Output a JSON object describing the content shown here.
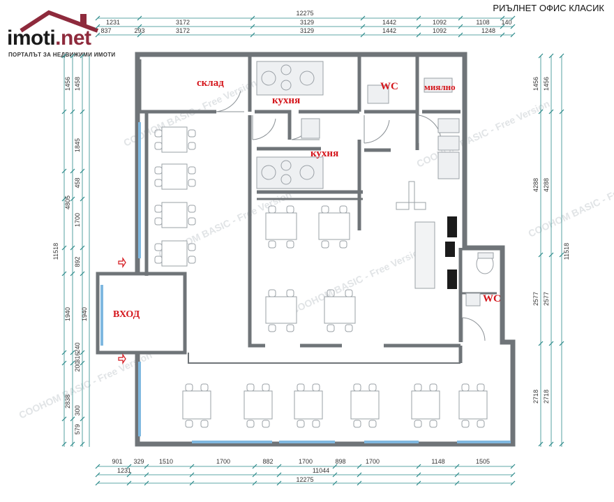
{
  "header": {
    "title": "РИЪЛНЕТ ОФИС КЛАСИК"
  },
  "brand": {
    "name_left": "imoti",
    "name_right": ".net",
    "tagline": "ПОРТАЛЪТ ЗА НЕДВИЖИМИ ИМОТИ",
    "roof_color": "#8e2a3c"
  },
  "rooms": {
    "sklad": "склад",
    "kitchen_top": "кухня",
    "kitchen_mid": "кухня",
    "wc_top": "WC",
    "sink_room": "миялно",
    "entrance": "ВХОД",
    "wc_right": "WC"
  },
  "dimensions": {
    "top_total": "12275",
    "top_row1": [
      "1231",
      "3172",
      "3129",
      "1442",
      "1092",
      "1108",
      "140"
    ],
    "top_row2": [
      "837",
      "293",
      "3172",
      "3129",
      "1442",
      "1092",
      "1248"
    ],
    "left_total": "11518",
    "left_outer": [
      "1456",
      "4805",
      "1940",
      "2838"
    ],
    "left_inner": [
      "1458",
      "1845",
      "458",
      "1700",
      "892",
      "240",
      "200",
      "316",
      "300",
      "579"
    ],
    "left_mid": [
      "1940"
    ],
    "right_total": "11518",
    "right_a": [
      "1456",
      "4288",
      "2577",
      "2718"
    ],
    "right_b": [
      "1456",
      "4288",
      "2577",
      "2718"
    ],
    "bottom_row1": [
      "901",
      "329",
      "1510",
      "1700",
      "882",
      "1700",
      "898",
      "1700",
      "1148",
      "1505"
    ],
    "bottom_row2_left": "1231",
    "bottom_row2_right": "11044",
    "bottom_total": "12275"
  },
  "watermarks": [
    "COOHOM BASIC - Free Version",
    "COOHOM BASIC - Free Version",
    "COOHOM BASIC - Free Version",
    "COOHOM BASIC - Free Version",
    "COOHOM BASIC - Free Version",
    "COOHOM BASIC - Free Version"
  ],
  "colors": {
    "wall": "#6f7478",
    "dimension_line": "#2a8a8a",
    "window": "#7fb8e0",
    "room_label": "#d4141a",
    "furniture": "#9aa0a6"
  }
}
